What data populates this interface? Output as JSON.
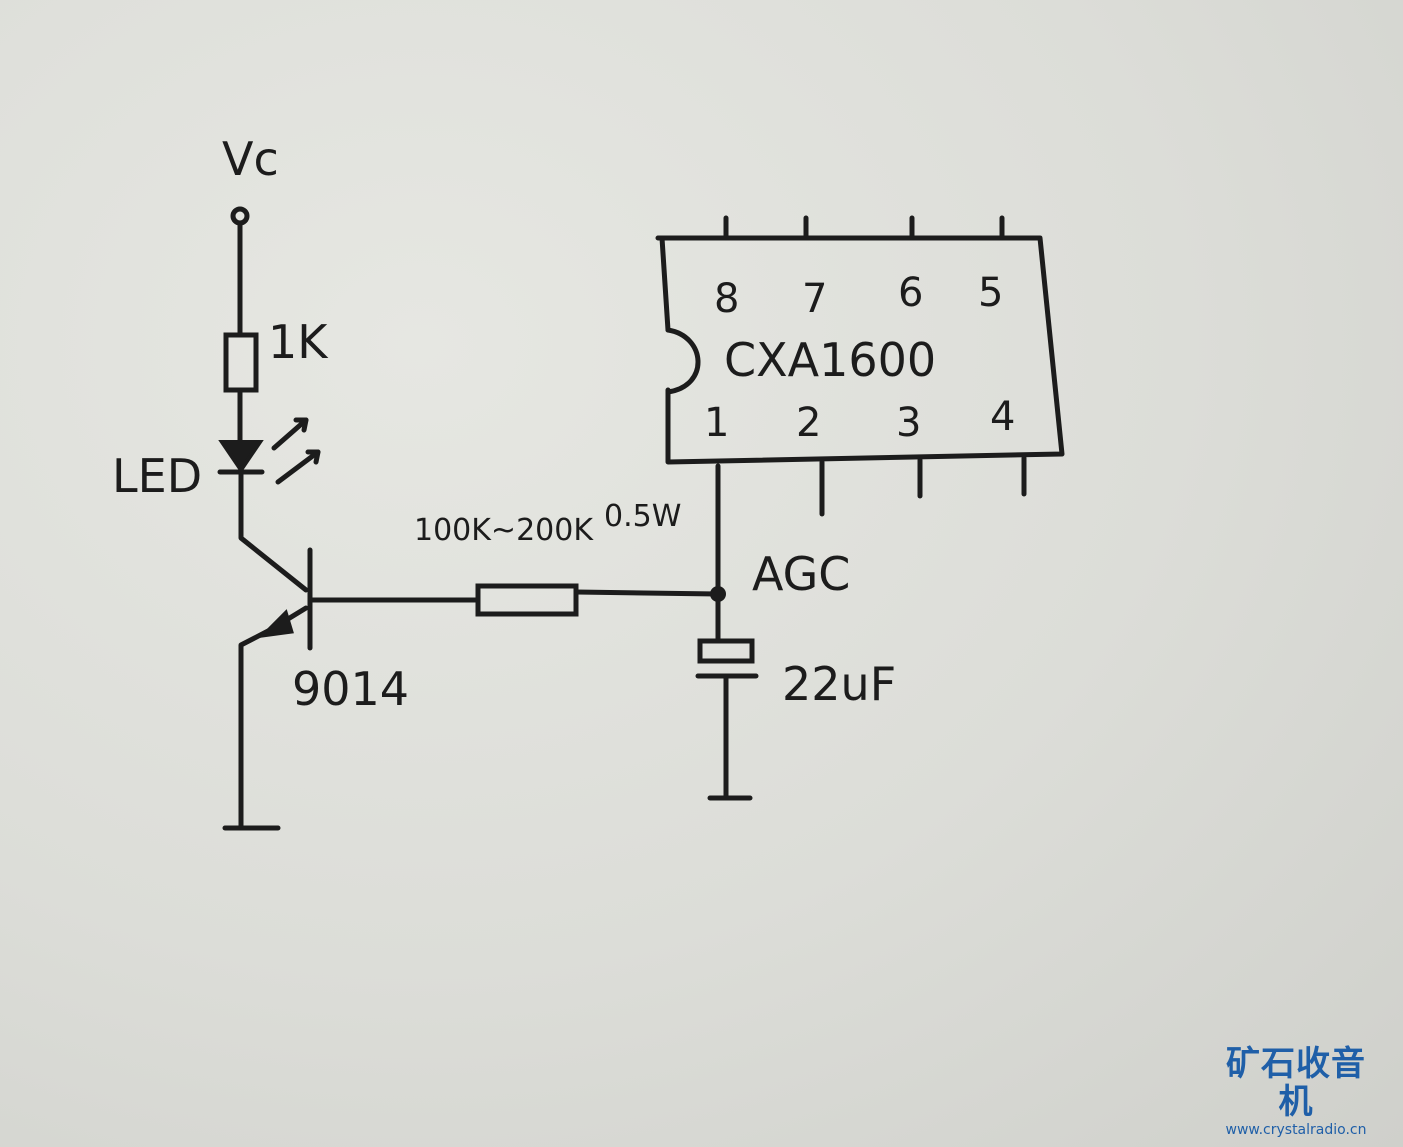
{
  "labels": {
    "vcc": "Vc",
    "r1": "1K",
    "led": "LED",
    "transistor": "9014",
    "r2": "100K~200K",
    "r2_power": "0.5W",
    "agc": "AGC",
    "capacitor": "22uF",
    "ic": "CXA1600"
  },
  "ic_pins": {
    "top": [
      "8",
      "7",
      "6",
      "5"
    ],
    "bottom": [
      "1",
      "2",
      "3",
      "4"
    ]
  },
  "watermark": {
    "title": "矿石收音机",
    "url": "www.crystalradio.cn"
  },
  "colors": {
    "ink": "#1c1c1c",
    "paper": "#dedfda",
    "watermark": "#1f5fa8"
  }
}
